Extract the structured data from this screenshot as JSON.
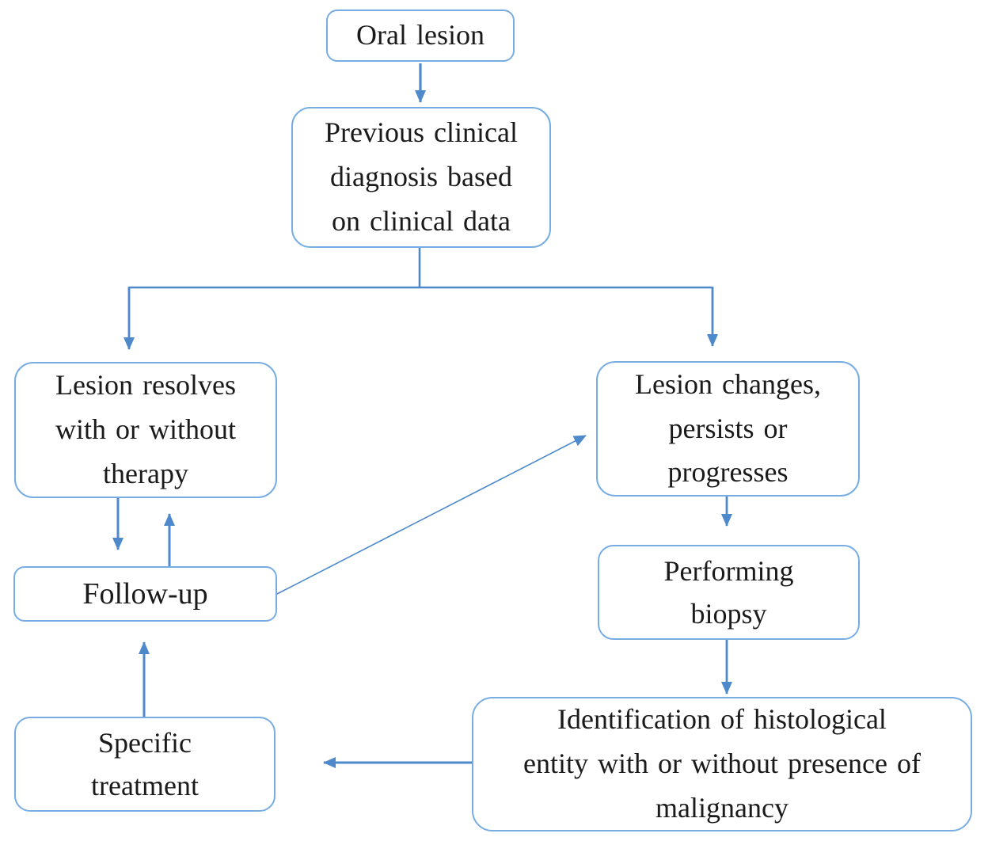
{
  "diagram": {
    "type": "flowchart",
    "subject": "Oral lesion clinical management pathway"
  },
  "colors": {
    "box_border": "#78ADE3",
    "arrow": "#4E8ACB",
    "text": "#1a1a1a",
    "background": "#ffffff"
  },
  "nodes": [
    {
      "id": "oral-lesion",
      "label": "Oral lesion"
    },
    {
      "id": "previous-diagnosis",
      "label": "Previous clinical\ndiagnosis based\non clinical data"
    },
    {
      "id": "lesion-resolves",
      "label": "Lesion resolves\nwith or without\ntherapy"
    },
    {
      "id": "lesion-changes",
      "label": "Lesion changes,\npersists or\nprogresses"
    },
    {
      "id": "follow-up",
      "label": "Follow-up"
    },
    {
      "id": "performing-biopsy",
      "label": "Performing\nbiopsy"
    },
    {
      "id": "specific-treatment",
      "label": "Specific\ntreatment"
    },
    {
      "id": "identification",
      "label": "Identification of histological\nentity with or without presence of\nmalignancy"
    }
  ],
  "edges": [
    {
      "from": "oral-lesion",
      "to": "previous-diagnosis"
    },
    {
      "from": "previous-diagnosis",
      "to": "lesion-resolves"
    },
    {
      "from": "previous-diagnosis",
      "to": "lesion-changes"
    },
    {
      "from": "lesion-resolves",
      "to": "follow-up"
    },
    {
      "from": "follow-up",
      "to": "lesion-resolves"
    },
    {
      "from": "follow-up",
      "to": "lesion-changes"
    },
    {
      "from": "lesion-changes",
      "to": "performing-biopsy"
    },
    {
      "from": "performing-biopsy",
      "to": "identification"
    },
    {
      "from": "identification",
      "to": "specific-treatment"
    },
    {
      "from": "specific-treatment",
      "to": "follow-up"
    }
  ]
}
